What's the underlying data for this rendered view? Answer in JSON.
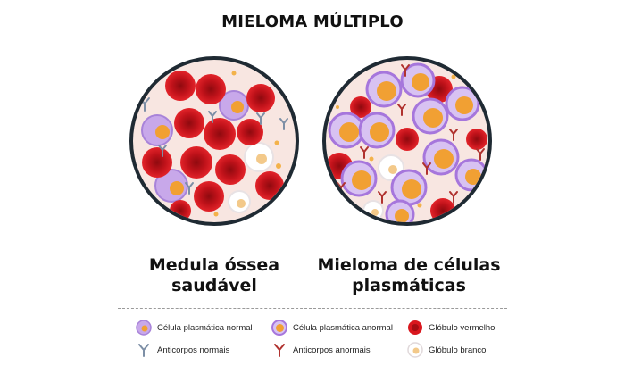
{
  "title": "MIELOMA MÚLTIPLO",
  "panels": {
    "left": {
      "label_line1": "Medula óssea",
      "label_line2": "saudável"
    },
    "right": {
      "label_line1": "Mieloma de células",
      "label_line2": "plasmáticas"
    }
  },
  "legend": [
    {
      "icon": "normal-plasma-cell-icon",
      "label": "Célula plasmática normal"
    },
    {
      "icon": "abnormal-plasma-cell-icon",
      "label": "Célula plasmática anormal"
    },
    {
      "icon": "red-blood-cell-icon",
      "label": "Glóbulo vermelho"
    },
    {
      "icon": "normal-antibody-icon",
      "label": "Anticorpos normais"
    },
    {
      "icon": "abnormal-antibody-icon",
      "label": "Anticorpos anormais"
    },
    {
      "icon": "white-blood-cell-icon",
      "label": "Glóbulo branco"
    }
  ],
  "colors": {
    "circle_border": "#1f2a33",
    "circle_fill": "#f8e6e1",
    "red_blood_cell": "#d9171e",
    "red_blood_cell_dark": "#a50d13",
    "plasma_cell_membrane": "#c3a2e6",
    "plasma_cell_nucleus": "#f1a033",
    "abnormal_antibody": "#b0322f",
    "normal_antibody": "#7d8fa6"
  }
}
